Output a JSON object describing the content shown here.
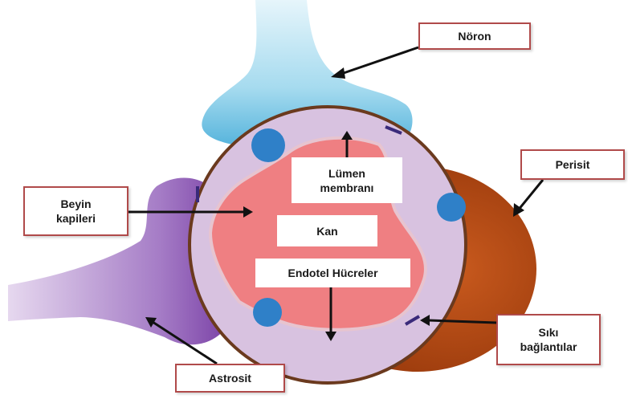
{
  "labels": {
    "noron": "Nöron",
    "perisit": "Perisit",
    "beyin_line1": "Beyin",
    "beyin_line2": "kapileri",
    "lumen_line1": "Lümen",
    "lumen_line2": "membranı",
    "kan": "Kan",
    "endotel": "Endotel Hücreler",
    "siki_line1": "Sıkı",
    "siki_line2": "bağlantılar",
    "astrosit": "Astrosit"
  },
  "colors": {
    "neuron": "#8fd0e8",
    "pericyte": "#b84a14",
    "astrocyte": "#8a55b0",
    "endothelium": "#d8c2e0",
    "blood": "#ef7f82",
    "nucleus": "#2f80c8",
    "outline": "#6b3a1e",
    "callout_border": "#b04a4a"
  }
}
